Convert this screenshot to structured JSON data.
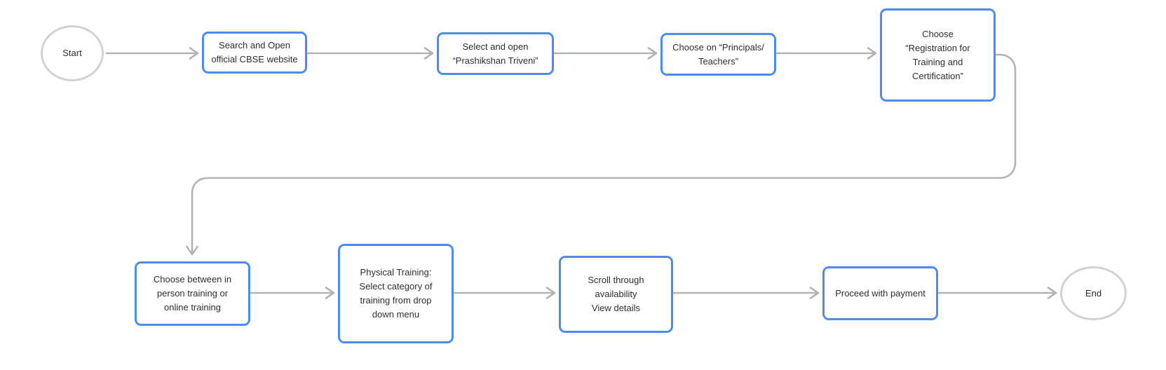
{
  "colors": {
    "background": "#ffffff",
    "node_border": "#4a8cf4",
    "terminator_border": "#d2d2d2",
    "arrow": "#b3b3b3",
    "text": "#2f2f2f"
  },
  "flowchart": {
    "nodes": {
      "start": {
        "shape": "terminator",
        "label": "Start"
      },
      "search_cbse": {
        "shape": "process",
        "label": "Search and Open\nofficial CBSE website"
      },
      "select_prashikshan": {
        "shape": "process",
        "label": "Select and open\n“Prashikshan Triveni”"
      },
      "choose_principals": {
        "shape": "process",
        "label": "Choose on “Principals/\nTeachers”"
      },
      "choose_registration": {
        "shape": "process",
        "label": "Choose\n“Registration for\nTraining and\nCertification”"
      },
      "choose_mode": {
        "shape": "process",
        "label": "Choose between in\nperson training or\nonline training"
      },
      "physical_training": {
        "shape": "process",
        "label": "Physical Training:\nSelect category of\ntraining from drop\ndown menu"
      },
      "scroll_availability": {
        "shape": "process",
        "label": "Scroll through\navailability\nView details"
      },
      "proceed_payment": {
        "shape": "process",
        "label": "Proceed with payment"
      },
      "end": {
        "shape": "terminator",
        "label": "End"
      }
    },
    "edges": [
      {
        "from": "start",
        "to": "search_cbse"
      },
      {
        "from": "search_cbse",
        "to": "select_prashikshan"
      },
      {
        "from": "select_prashikshan",
        "to": "choose_principals"
      },
      {
        "from": "choose_principals",
        "to": "choose_registration"
      },
      {
        "from": "choose_registration",
        "to": "choose_mode"
      },
      {
        "from": "choose_mode",
        "to": "physical_training"
      },
      {
        "from": "physical_training",
        "to": "scroll_availability"
      },
      {
        "from": "scroll_availability",
        "to": "proceed_payment"
      },
      {
        "from": "proceed_payment",
        "to": "end"
      }
    ]
  }
}
